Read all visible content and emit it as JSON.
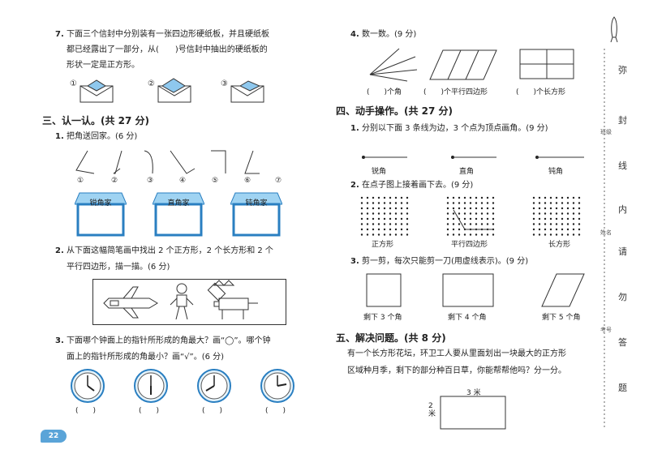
{
  "left": {
    "q7": {
      "num": "7.",
      "line1": "下面三个信封中分别装有一张四边形硬纸板，并且硬纸板",
      "line2": "都已经露出了一部分，从(　　)号信封中抽出的硬纸板的",
      "line3": "形状一定是正方形。",
      "options": [
        "①",
        "②",
        "③"
      ]
    },
    "sec3": {
      "title": "三、认一认。(共 27 分)"
    },
    "q1": {
      "num": "1.",
      "text": "把角送回家。(6 分)",
      "angle_labels": [
        "①",
        "②",
        "③",
        "④",
        "⑤",
        "⑥",
        "⑦"
      ],
      "houses": [
        "锐角家",
        "直角家",
        "钝角家"
      ]
    },
    "q2": {
      "num": "2.",
      "line1": "从下面这幅简笔画中找出 2 个正方形，2 个长方形和 2 个",
      "line2": "平行四边形，描一描。(6 分)"
    },
    "q3": {
      "num": "3.",
      "line1": "下面哪个钟面上的指针所形成的角最大？画“◯”。哪个钟",
      "line2": "面上的指针所形成的角最小？画“√”。(6 分)",
      "answers": [
        "(　　)",
        "(　　)",
        "(　　)",
        "(　　)"
      ]
    },
    "page_number": "22"
  },
  "right": {
    "q4": {
      "num": "4.",
      "text": "数一数。(9 分)",
      "answers": [
        "(　　)个角",
        "(　　)个平行四边形",
        "(　　)个长方形"
      ]
    },
    "sec4": {
      "title": "四、动手操作。(共 27 分)"
    },
    "op1": {
      "num": "1.",
      "text": "分别以下面 3 条线为边，3 个点为顶点画角。(9 分)",
      "labels": [
        "锐角",
        "直角",
        "钝角"
      ]
    },
    "op2": {
      "num": "2.",
      "text": "在点子图上接着画下去。(9 分)",
      "labels": [
        "正方形",
        "平行四边形",
        "长方形"
      ]
    },
    "op3": {
      "num": "3.",
      "text": "剪一剪，每次只能剪一刀(用虚线表示)。(9 分)",
      "labels": [
        "剩下 3 个角",
        "剩下 4 个角",
        "剩下 5 个角"
      ]
    },
    "sec5": {
      "title": "五、解决问题。(共 8 分)"
    },
    "prob": {
      "line1": "有一个长方形花坛，环卫工人要从里面划出一块最大的正方形",
      "line2": "区域种月季，剩下的部分种百日草，你能帮帮他吗？分一分。",
      "top_label": "3 米",
      "side_label": "2米"
    }
  },
  "binding": {
    "chars": [
      "弥",
      "封",
      "线",
      "内",
      "请",
      "勿",
      "答",
      "题"
    ],
    "small": [
      "班级",
      "姓名",
      "考号"
    ]
  }
}
